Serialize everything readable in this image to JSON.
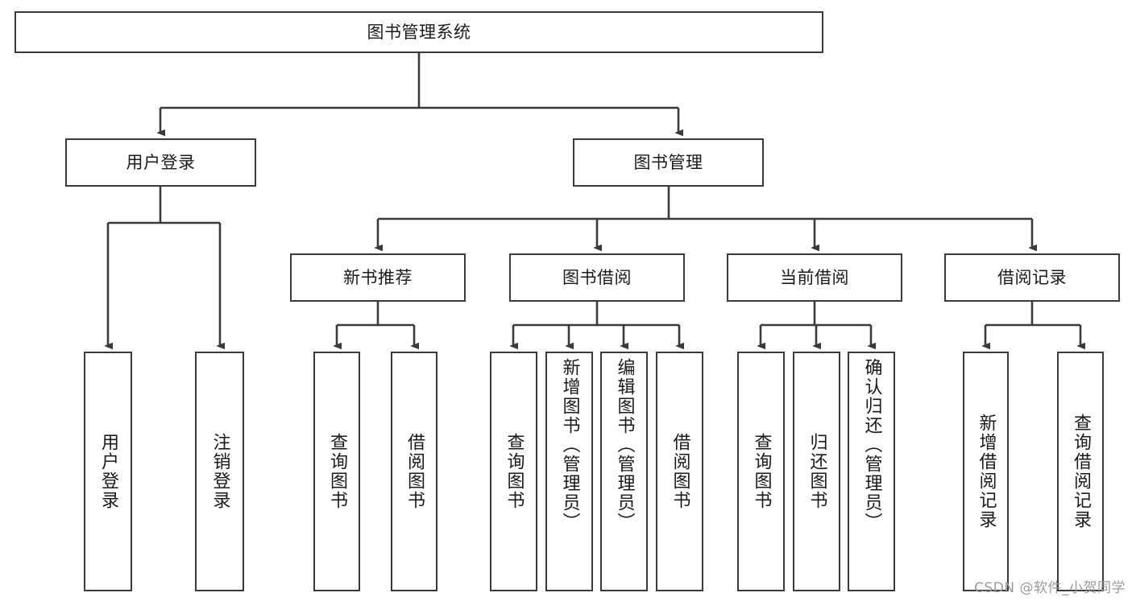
{
  "diagram": {
    "title_node": {
      "label": "图书管理系统"
    },
    "level2": [
      {
        "id": "user-login",
        "label": "用户登录"
      },
      {
        "id": "book-management",
        "label": "图书管理"
      }
    ],
    "level3": [
      {
        "id": "new-book-recommend",
        "label": "新书推荐"
      },
      {
        "id": "book-borrow",
        "label": "图书借阅"
      },
      {
        "id": "current-borrow",
        "label": "当前借阅"
      },
      {
        "id": "borrow-record",
        "label": "借阅记录"
      }
    ],
    "leaves": [
      {
        "id": "leaf-user-login",
        "label": "用户登录"
      },
      {
        "id": "leaf-logout-login",
        "label": "注销登录"
      },
      {
        "id": "leaf-query-book-1",
        "label": "查询图书"
      },
      {
        "id": "leaf-borrow-book-1",
        "label": "借阅图书"
      },
      {
        "id": "leaf-query-book-2",
        "label": "查询图书"
      },
      {
        "id": "leaf-add-book-admin",
        "label": "新增图书（管理员）"
      },
      {
        "id": "leaf-edit-book-admin",
        "label": "编辑图书（管理员）"
      },
      {
        "id": "leaf-borrow-book-2",
        "label": "借阅图书"
      },
      {
        "id": "leaf-query-book-3",
        "label": "查询图书"
      },
      {
        "id": "leaf-return-book",
        "label": "归还图书"
      },
      {
        "id": "leaf-confirm-return-admin",
        "label": "确认归还（管理员）"
      },
      {
        "id": "leaf-add-borrow-record",
        "label": "新增借阅记录"
      },
      {
        "id": "leaf-query-borrow-record",
        "label": "查询借阅记录"
      }
    ]
  },
  "watermark": {
    "text": "CSDN @软件_小贺同学"
  },
  "colors": {
    "stroke": "#3a3a3a",
    "text": "#1a1a1a",
    "background": "#ffffff",
    "watermark": "#9a9a9a"
  }
}
